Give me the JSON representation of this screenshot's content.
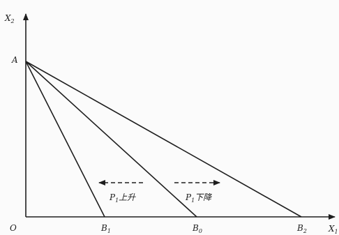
{
  "axes": {
    "y_label": "X",
    "y_label_sub": "2",
    "x_label": "X",
    "x_label_sub": "1",
    "origin": "O"
  },
  "points": {
    "a": "A",
    "b1": "B",
    "b1_sub": "1",
    "b0": "B",
    "b0_sub": "0",
    "b2": "B",
    "b2_sub": "2"
  },
  "annotations": {
    "rise_price": "P",
    "rise_sub": "1",
    "rise_text": "上升",
    "fall_price": "P",
    "fall_sub": "1",
    "fall_text": "下降"
  }
}
